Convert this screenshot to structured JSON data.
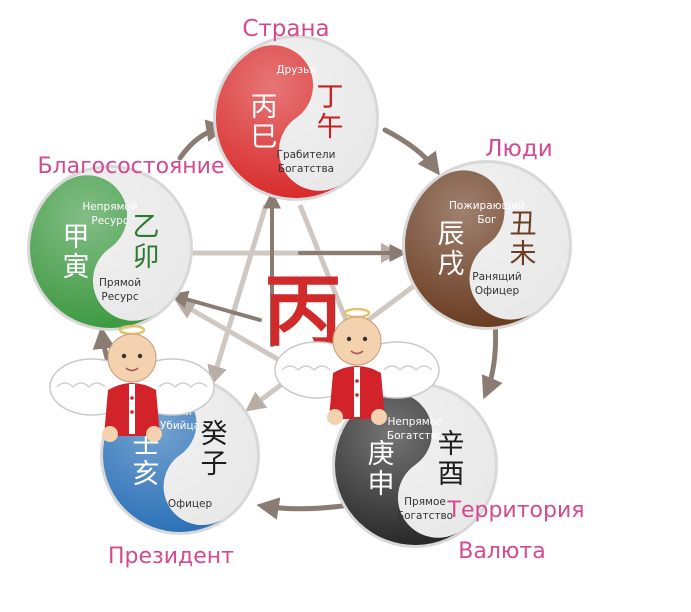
{
  "center": {
    "char": "丙",
    "color": "#d12a2a"
  },
  "labels": {
    "fire": "Страна",
    "earth": "Люди",
    "metal_line1": "Территория",
    "metal_line2": "Валюта",
    "water": "Президент",
    "wood": "Благосостояние"
  },
  "elements": {
    "fire": {
      "stem_branch": [
        "丙",
        "巳",
        "丁",
        "午"
      ],
      "upper": [
        "Друзья"
      ],
      "lower": [
        "Грабители",
        "Богатства"
      ],
      "dark": "#d92c2c"
    },
    "earth": {
      "stem_branch": [
        "辰",
        "戌",
        "丑",
        "未"
      ],
      "upper": [
        "Пожирающий",
        "Бог"
      ],
      "lower": [
        "Ранящий",
        "Офицер"
      ],
      "dark": "#6b3d22"
    },
    "metal": {
      "stem_branch": [
        "庚",
        "申",
        "辛",
        "酉"
      ],
      "upper": [
        "Непрямое",
        "Богатство"
      ],
      "lower": [
        "Прямое",
        "Богатство"
      ],
      "dark": "#2a2a2a"
    },
    "water": {
      "stem_branch": [
        "壬",
        "亥",
        "癸",
        "子"
      ],
      "upper": [
        "7-ой",
        "Убийца"
      ],
      "lower": [
        "Офицер"
      ],
      "dark": "#2d72b8"
    },
    "wood": {
      "stem_branch": [
        "甲",
        "寅",
        "乙",
        "卯"
      ],
      "upper": [
        "Непрямой",
        "Ресурс"
      ],
      "lower": [
        "Прямой",
        "Ресурс"
      ],
      "dark": "#3f9a43"
    }
  },
  "colors": {
    "label": "#d44a8e",
    "arrow": "#8a7c72",
    "light": "#e9e9e9"
  },
  "icons": [
    "angel-icon-left",
    "angel-icon-right"
  ]
}
